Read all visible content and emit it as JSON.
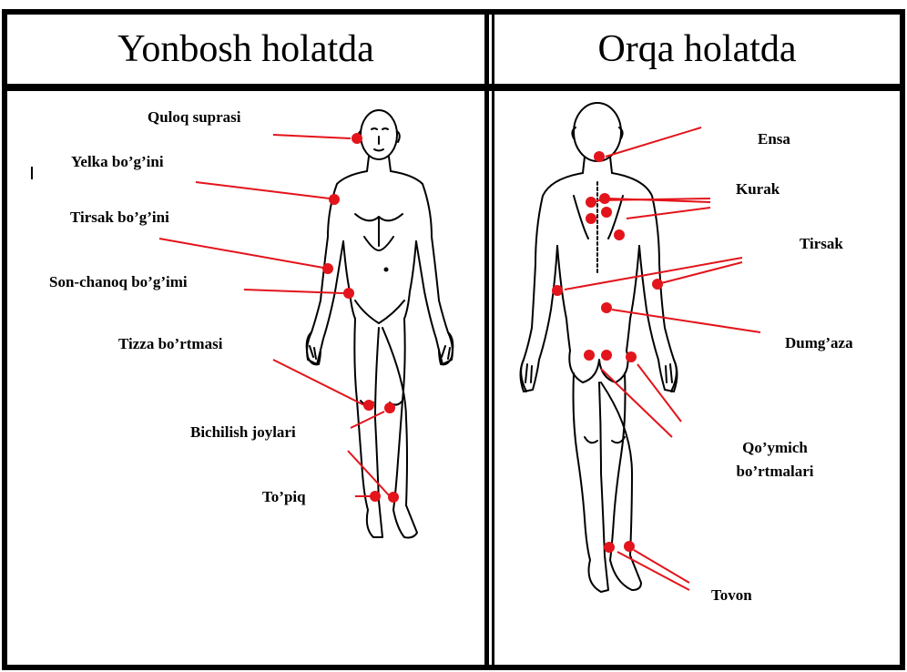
{
  "headers": {
    "left": "Yonbosh holatda",
    "right": "Orqa holatda"
  },
  "left_labels": {
    "quloq": "Quloq suprasi",
    "yelka": "Yelka bo’g’ini",
    "tirsak": "Tirsak bo’g’ini",
    "son": "Son-chanoq bo’g’imi",
    "tizza": "Tizza bo’rtmasi",
    "bichilish": "Bichilish joylari",
    "topiq": "To’piq"
  },
  "right_labels": {
    "ensa": "Ensa",
    "kurak": "Kurak",
    "tirsak": "Tirsak",
    "dumgaza": "Dumg’aza",
    "qoymich_1": "Qo’ymich",
    "qoymich_2": "bo’rtmalari",
    "tovon": "Tovon"
  },
  "colors": {
    "marker": "#e3141b",
    "line": "#000000"
  }
}
